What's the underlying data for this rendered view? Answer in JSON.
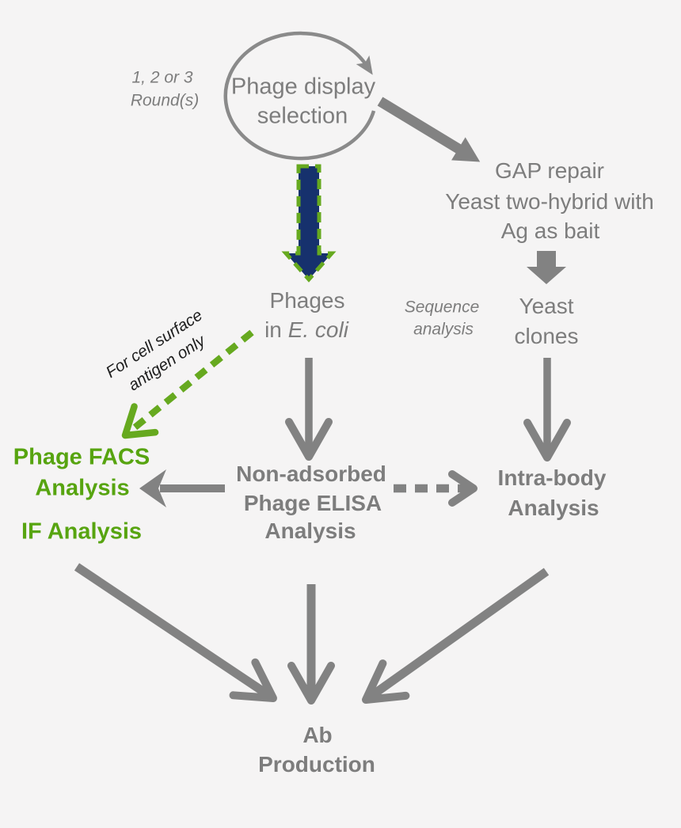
{
  "colors": {
    "background": "#f5f4f4",
    "gray": "#7d7d7d",
    "arrow_gray": "#828282",
    "cycle_gray": "#8a8a8a",
    "green_text": "#57a410",
    "green_arrow": "#66a91f",
    "navy": "#16316d",
    "black": "#1d1d1d"
  },
  "nodes": {
    "rounds_note": {
      "line1": "1, 2 or 3",
      "line2": "Round(s)"
    },
    "phage_display": {
      "line1": "Phage display",
      "line2": "selection"
    },
    "gap_repair": {
      "line1": "GAP repair",
      "line2": "Yeast two-hybrid with",
      "line3": "Ag as bait"
    },
    "yeast_clones": {
      "line1": "Yeast",
      "line2": "clones"
    },
    "phages_ecoli": {
      "line1": "Phages",
      "line2_prefix": "in",
      "line2_italic": "E. coli"
    },
    "sequence_analysis": {
      "line1": "Sequence",
      "line2": "analysis"
    },
    "cell_surface_note": {
      "line1": "For cell surface",
      "line2": "antigen only"
    },
    "phage_facs": {
      "line1": "Phage FACS",
      "line2": "Analysis"
    },
    "if_analysis": {
      "label": "IF Analysis"
    },
    "non_adsorbed": {
      "line1": "Non-adsorbed",
      "line2": "Phage ELISA",
      "line3": "Analysis"
    },
    "intra_body": {
      "line1": "Intra-body",
      "line2": "Analysis"
    },
    "ab_production": {
      "line1": "Ab",
      "line2": "Production"
    }
  }
}
